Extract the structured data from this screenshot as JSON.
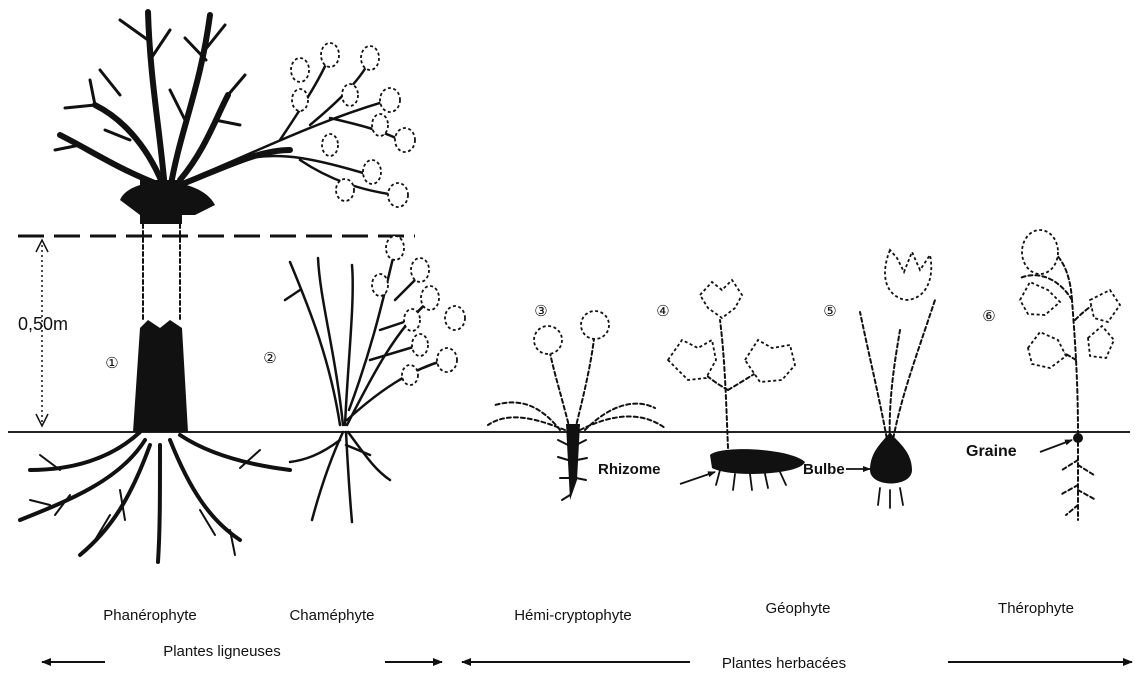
{
  "height_marker": {
    "label": "0,50m"
  },
  "plants": [
    {
      "number": "①",
      "caption": "Phanérophyte"
    },
    {
      "number": "②",
      "caption": "Chaméphyte"
    },
    {
      "number": "③",
      "caption": "Hémi-cryptophyte"
    },
    {
      "number": "④",
      "caption": "Géophyte"
    },
    {
      "number": "⑤",
      "caption": ""
    },
    {
      "number": "⑥",
      "caption": "Thérophyte"
    }
  ],
  "organs": {
    "rhizome": "Rhizome",
    "bulbe": "Bulbe",
    "graine": "Graine"
  },
  "groups": {
    "ligneuses": "Plantes ligneuses",
    "herbacees": "Plantes herbacées"
  }
}
